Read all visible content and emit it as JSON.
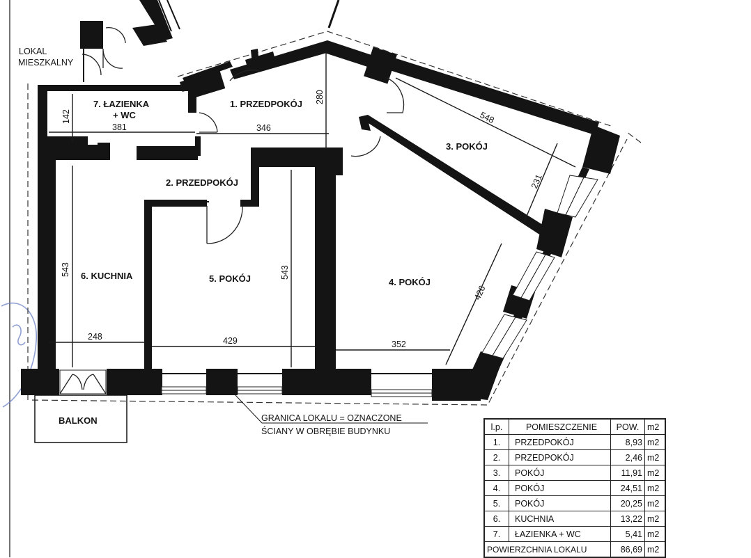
{
  "plan": {
    "rooms": {
      "r1": "1. PRZEDPOKÓJ",
      "r2": "2. PRZEDPOKÓJ",
      "r3": "3. POKÓJ",
      "r4": "4. POKÓJ",
      "r5": "5. POKÓJ",
      "r6": "6. KUCHNIA",
      "r7_line1": "7. ŁAZIENKA",
      "r7_line2": "+ WC"
    },
    "outside": {
      "lokal_line1": "LOKAL",
      "lokal_line2": "MIESZKALNY",
      "balkon": "BALKON"
    },
    "boundary_note": {
      "line1": "GRANICA LOKALU = OZNACZONE",
      "line2": "ŚCIANY W OBRĘBIE BUDYNKU"
    },
    "dimensions": {
      "d142": "142",
      "d381": "381",
      "d346": "346",
      "d280": "280",
      "d548": "548",
      "d231": "231",
      "d543_left": "543",
      "d543_mid": "543",
      "d426": "426",
      "d248": "248",
      "d429": "429",
      "d352": "352"
    }
  },
  "table": {
    "headers": {
      "lp": "l.p.",
      "name": "POMIESZCZENIE",
      "pow": "POW.",
      "unit": "m2"
    },
    "rows": [
      {
        "lp": "1.",
        "name": "PRZEDPOKÓJ",
        "pow": "8,93",
        "unit": "m2"
      },
      {
        "lp": "2.",
        "name": "PRZEDPOKÓJ",
        "pow": "2,46",
        "unit": "m2"
      },
      {
        "lp": "3.",
        "name": "POKÓJ",
        "pow": "11,91",
        "unit": "m2"
      },
      {
        "lp": "4.",
        "name": "POKÓJ",
        "pow": "24,51",
        "unit": "m2"
      },
      {
        "lp": "5.",
        "name": "POKÓJ",
        "pow": "20,25",
        "unit": "m2"
      },
      {
        "lp": "6.",
        "name": "KUCHNIA",
        "pow": "13,22",
        "unit": "m2"
      },
      {
        "lp": "7.",
        "name": "ŁAZIENKA + WC",
        "pow": "5,41",
        "unit": "m2"
      }
    ],
    "total": {
      "label": "POWIERZCHNIA LOKALU",
      "pow": "86,69",
      "unit": "m2"
    }
  }
}
